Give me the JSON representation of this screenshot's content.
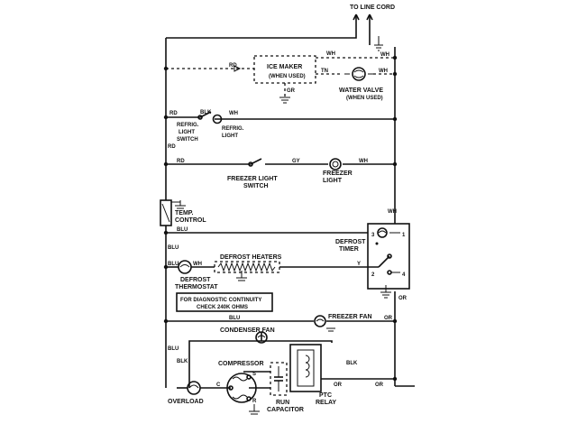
{
  "diagram": {
    "top_label": "TO LINE CORD",
    "ice_maker": {
      "title": "ICE MAKER",
      "subtitle": "(WHEN USED)"
    },
    "water_valve": {
      "title": "WATER VALVE",
      "subtitle": "(WHEN USED)"
    },
    "refrig_light_switch": {
      "line1": "REFRIG.",
      "line2": "LIGHT",
      "line3": "SWITCH"
    },
    "refrig_light": {
      "line1": "REFRIG.",
      "line2": "LIGHT"
    },
    "freezer_light_switch": {
      "line1": "FREEZER LIGHT",
      "line2": "SWITCH"
    },
    "freezer_light": {
      "line1": "FREEZER",
      "line2": "LIGHT"
    },
    "temp_control": {
      "line1": "TEMP.",
      "line2": "CONTROL"
    },
    "defrost_timer": {
      "line1": "DEFROST",
      "line2": "TIMER"
    },
    "defrost_heaters": "DEFROST HEATERS",
    "defrost_thermostat": {
      "line1": "DEFROST",
      "line2": "THERMOSTAT"
    },
    "diagnostic_note": {
      "line1": "FOR DIAGNOSTIC CONTINUITY",
      "line2": "CHECK 240K OHMS"
    },
    "freezer_fan": "FREEZER FAN",
    "condenser_fan": "CONDENSER FAN",
    "compressor": "COMPRESSOR",
    "overload": "OVERLOAD",
    "run_capacitor": {
      "line1": "RUN",
      "line2": "CAPACITOR"
    },
    "ptc_relay": {
      "line1": "PTC",
      "line2": "RELAY"
    },
    "wires": {
      "rd": "RD",
      "wh": "WH",
      "blk": "BLK",
      "gy": "GY",
      "blu": "BLU",
      "or": "OR",
      "y": "Y",
      "gr": "GR",
      "tn": "TN"
    },
    "terminals": {
      "t1": "1",
      "t2": "2",
      "t3": "3",
      "t4": "4",
      "c": "C",
      "s": "S",
      "r": "R"
    }
  }
}
